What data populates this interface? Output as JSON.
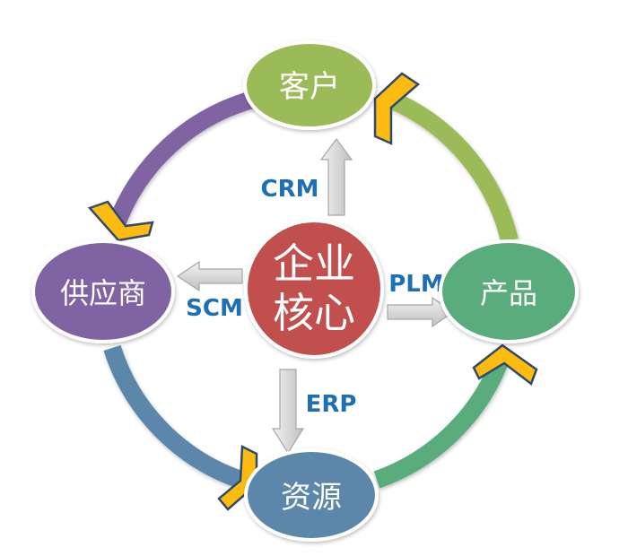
{
  "diagram": {
    "center": {
      "label_line1": "企业",
      "label_line2": "核心",
      "color": "#c0504d"
    },
    "nodes": {
      "customer": {
        "label": "客户",
        "color": "#9bbb59"
      },
      "supplier": {
        "label": "供应商",
        "color": "#8064a2"
      },
      "product": {
        "label": "产品",
        "color": "#5aac7c"
      },
      "resource": {
        "label": "资源",
        "color": "#5b87ab"
      }
    },
    "systems": {
      "crm": {
        "label": "CRM",
        "target": "客户"
      },
      "scm": {
        "label": "SCM",
        "target": "供应商"
      },
      "plm": {
        "label": "PLM",
        "target": "产品"
      },
      "erp": {
        "label": "ERP",
        "target": "资源"
      }
    },
    "ring_arcs": [
      {
        "from": "客户",
        "to": "供应商",
        "color": "#8064a2"
      },
      {
        "from": "供应商",
        "to": "资源",
        "color": "#5b87ab"
      },
      {
        "from": "资源",
        "to": "产品",
        "color": "#5aac7c"
      },
      {
        "from": "产品",
        "to": "客户",
        "color": "#9bbb59"
      }
    ],
    "colors": {
      "chevron_fill": "#fbbb10",
      "chevron_stroke": "#2f4a6b",
      "system_text": "#1f6fb5",
      "arrow_fill": "#d9d9d9",
      "arrow_stroke": "#a6a6a6"
    }
  }
}
